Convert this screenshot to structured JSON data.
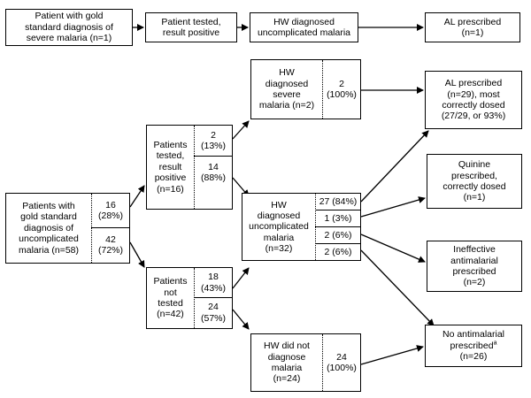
{
  "top_row": {
    "gold_standard": "Patient with gold\nstandard diagnosis of\nsevere malaria (n=1)",
    "tested": "Patient tested,\nresult positive",
    "hw_diagnosed": "HW diagnosed\nuncomplicated malaria",
    "prescribed": "AL prescribed\n(n=1)"
  },
  "gold_uncomplicated": {
    "label": "Patients with\ngold standard\ndiagnosis of\nuncomplicated\nmalaria (n=58)",
    "tested_count": "16\n(28%)",
    "not_tested_count": "42\n(72%)"
  },
  "tested_positive": {
    "label": "Patients\ntested,\nresult\npositive\n(n=16)",
    "severe_count": "2\n(13%)",
    "uncomplicated_count": "14\n(88%)"
  },
  "not_tested": {
    "label": "Patients\nnot\ntested\n(n=42)",
    "uncomplicated_count": "18\n(43%)",
    "no_diagnosis_count": "24\n(57%)"
  },
  "hw_severe": {
    "label": "HW\ndiagnosed\nsevere\nmalaria (n=2)",
    "count": "2\n(100%)"
  },
  "hw_uncomplicated": {
    "label": "HW\ndiagnosed\nuncomplicated\nmalaria\n(n=32)",
    "counts": [
      "27 (84%)",
      "1 (3%)",
      "2 (6%)",
      "2 (6%)"
    ]
  },
  "hw_not_diagnose": {
    "label": "HW did not\ndiagnose\nmalaria\n(n=24)",
    "count": "24\n(100%)"
  },
  "outcomes": {
    "al": "AL prescribed\n(n=29), most\ncorrectly dosed\n(27/29, or 93%)",
    "quinine": "Quinine\nprescribed,\ncorrectly dosed\n(n=1)",
    "ineffective": "Ineffective\nantimalarial\nprescribed\n(n=2)",
    "none": "No antimalarial\nprescribed",
    "none_sup": "a",
    "none_n": "(n=26)"
  }
}
